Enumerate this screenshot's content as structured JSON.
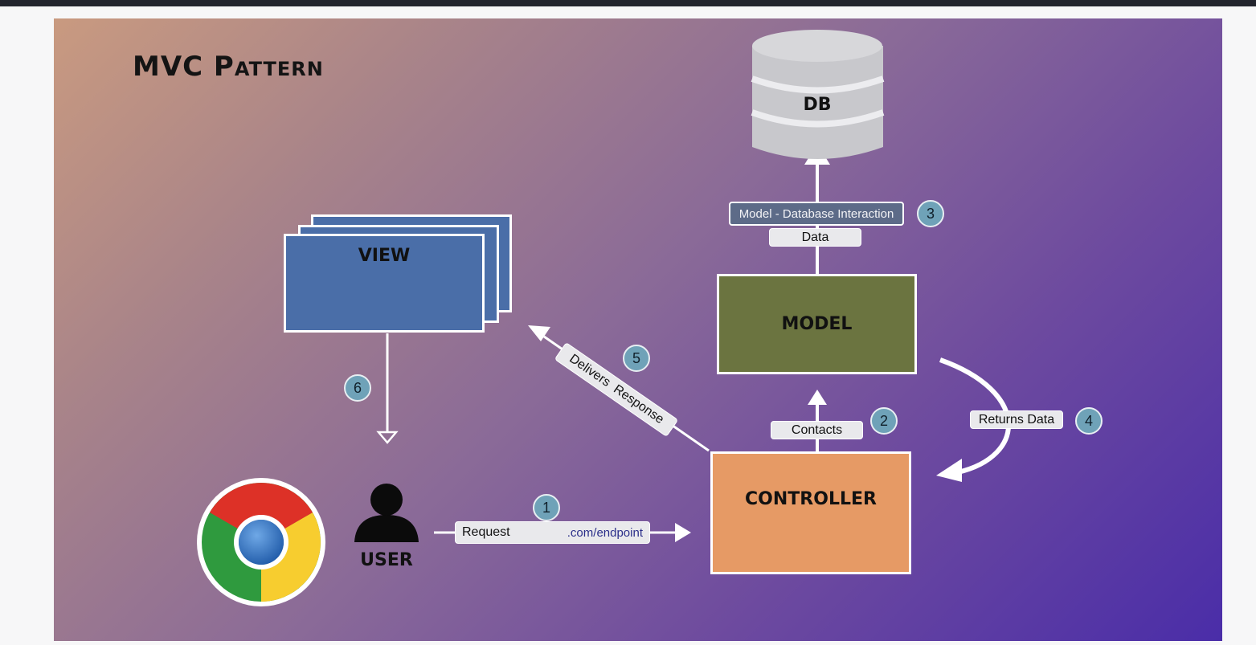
{
  "title": "MVC Pattern",
  "nodes": {
    "db": "DB",
    "view": "VIEW",
    "model": "MODEL",
    "controller": "CONTROLLER",
    "user": "USER"
  },
  "labels": {
    "db_interaction": "Model - Database Interaction",
    "data": "Data",
    "contacts": "Contacts",
    "returns_data": "Returns Data",
    "delivers_response": "Delivers  Response",
    "request": "Request",
    "endpoint": ".com/endpoint"
  },
  "steps": [
    "1",
    "2",
    "3",
    "4",
    "5",
    "6"
  ],
  "colors": {
    "view": "#4a6ea8",
    "model": "#6b7440",
    "controller": "#e69a65",
    "db": "#c8c8cc",
    "step_badge": "#6fa2b8",
    "endpoint_text": "#2b2f8a"
  },
  "icons": [
    "chrome-logo-icon",
    "user-icon",
    "database-icon"
  ]
}
